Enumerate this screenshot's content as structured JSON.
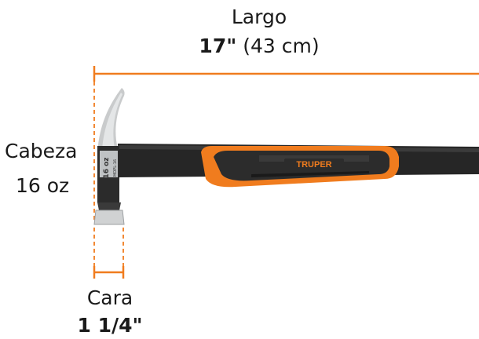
{
  "dimensions": {
    "length_title": "Largo",
    "length_value": "17\"",
    "length_metric": "(43 cm)",
    "head_title": "Cabeza",
    "head_value": "16 oz",
    "face_title": "Cara",
    "face_value": "1 1/4\""
  },
  "product": {
    "brand": "TRUPER",
    "head_stamp": "16 oz",
    "model_stamp": "MOPL-16"
  },
  "colors": {
    "dimension_line": "#f07c1e",
    "handle_accent": "#f07c1e",
    "handle_body": "#262626",
    "steel": "#bfc2c4"
  }
}
